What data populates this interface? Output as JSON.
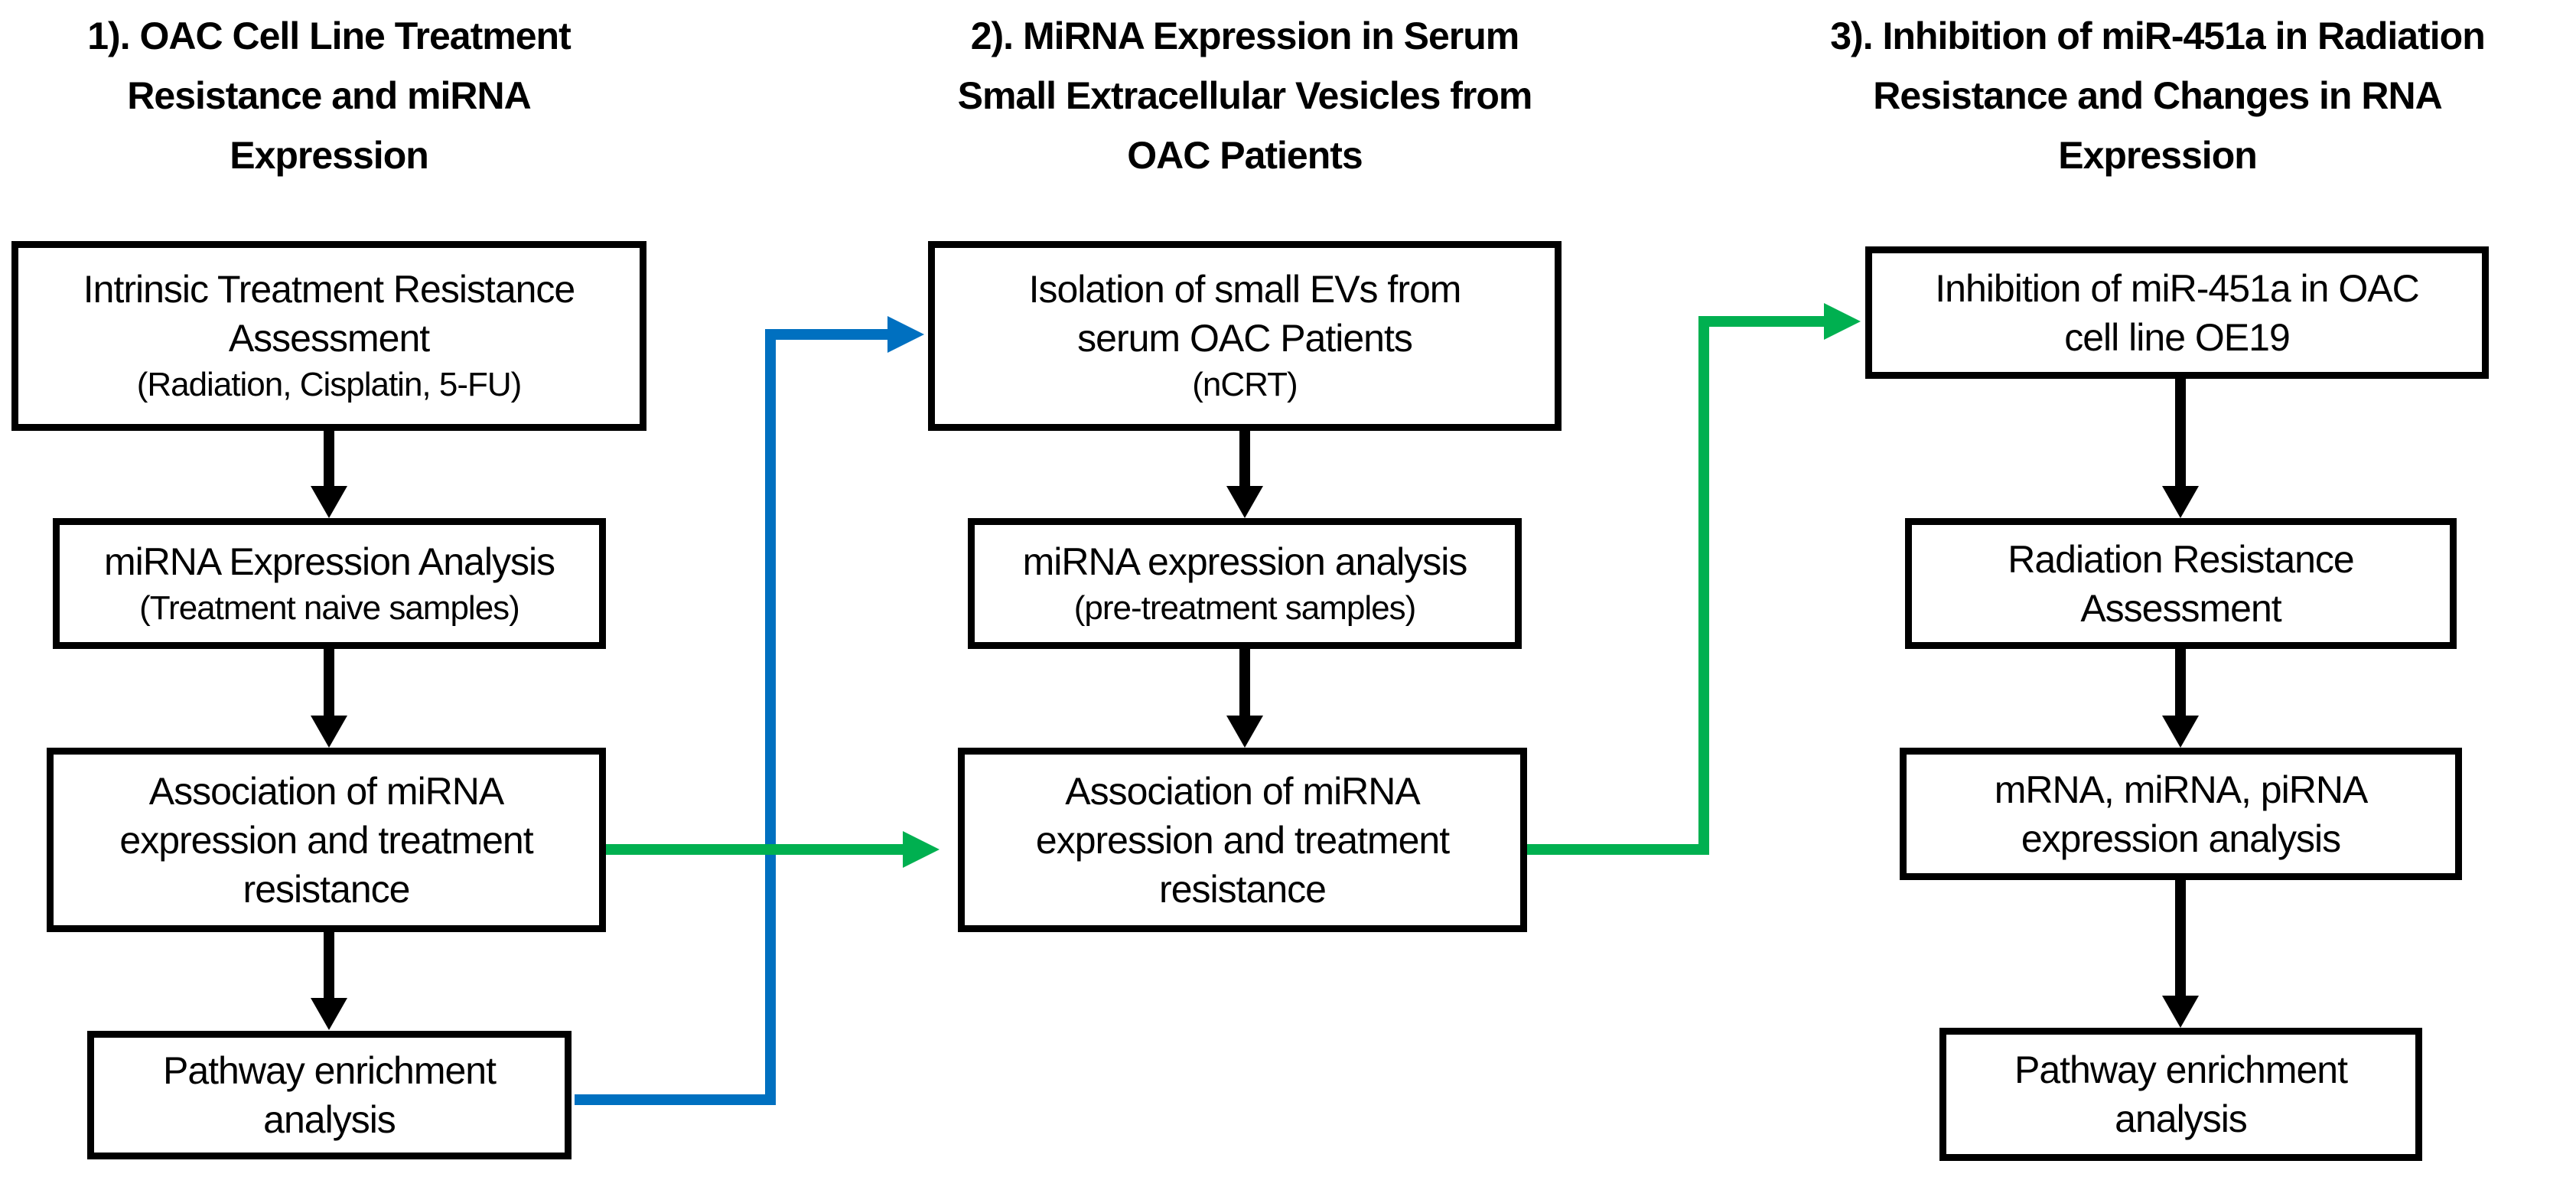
{
  "colors": {
    "black": "#000000",
    "blue": "#0070C0",
    "green": "#00B050",
    "background": "#ffffff"
  },
  "columns": [
    {
      "title": "1). OAC Cell Line Treatment\nResistance and miRNA\nExpression",
      "boxes": [
        {
          "main": "Intrinsic Treatment Resistance\nAssessment",
          "sub": "(Radiation, Cisplatin, 5-FU)"
        },
        {
          "main": "miRNA Expression Analysis",
          "sub": "(Treatment naive samples)"
        },
        {
          "main": "Association of miRNA\nexpression and treatment\nresistance"
        },
        {
          "main": "Pathway enrichment\nanalysis"
        }
      ]
    },
    {
      "title": "2). MiRNA Expression in Serum\nSmall Extracellular Vesicles from\nOAC Patients",
      "boxes": [
        {
          "main": "Isolation of small EVs from\nserum OAC Patients",
          "sub": "(nCRT)"
        },
        {
          "main": "miRNA expression analysis",
          "sub": "(pre-treatment samples)"
        },
        {
          "main": "Association of miRNA\nexpression and treatment\nresistance"
        }
      ]
    },
    {
      "title": "3). Inhibition of miR-451a in Radiation\nResistance and Changes in RNA\nExpression",
      "boxes": [
        {
          "main": "Inhibition of miR-451a in OAC\ncell line OE19"
        },
        {
          "main": "Radiation Resistance\nAssessment"
        },
        {
          "main": "mRNA, miRNA, piRNA\nexpression analysis"
        },
        {
          "main": "Pathway enrichment\nanalysis"
        }
      ]
    }
  ]
}
